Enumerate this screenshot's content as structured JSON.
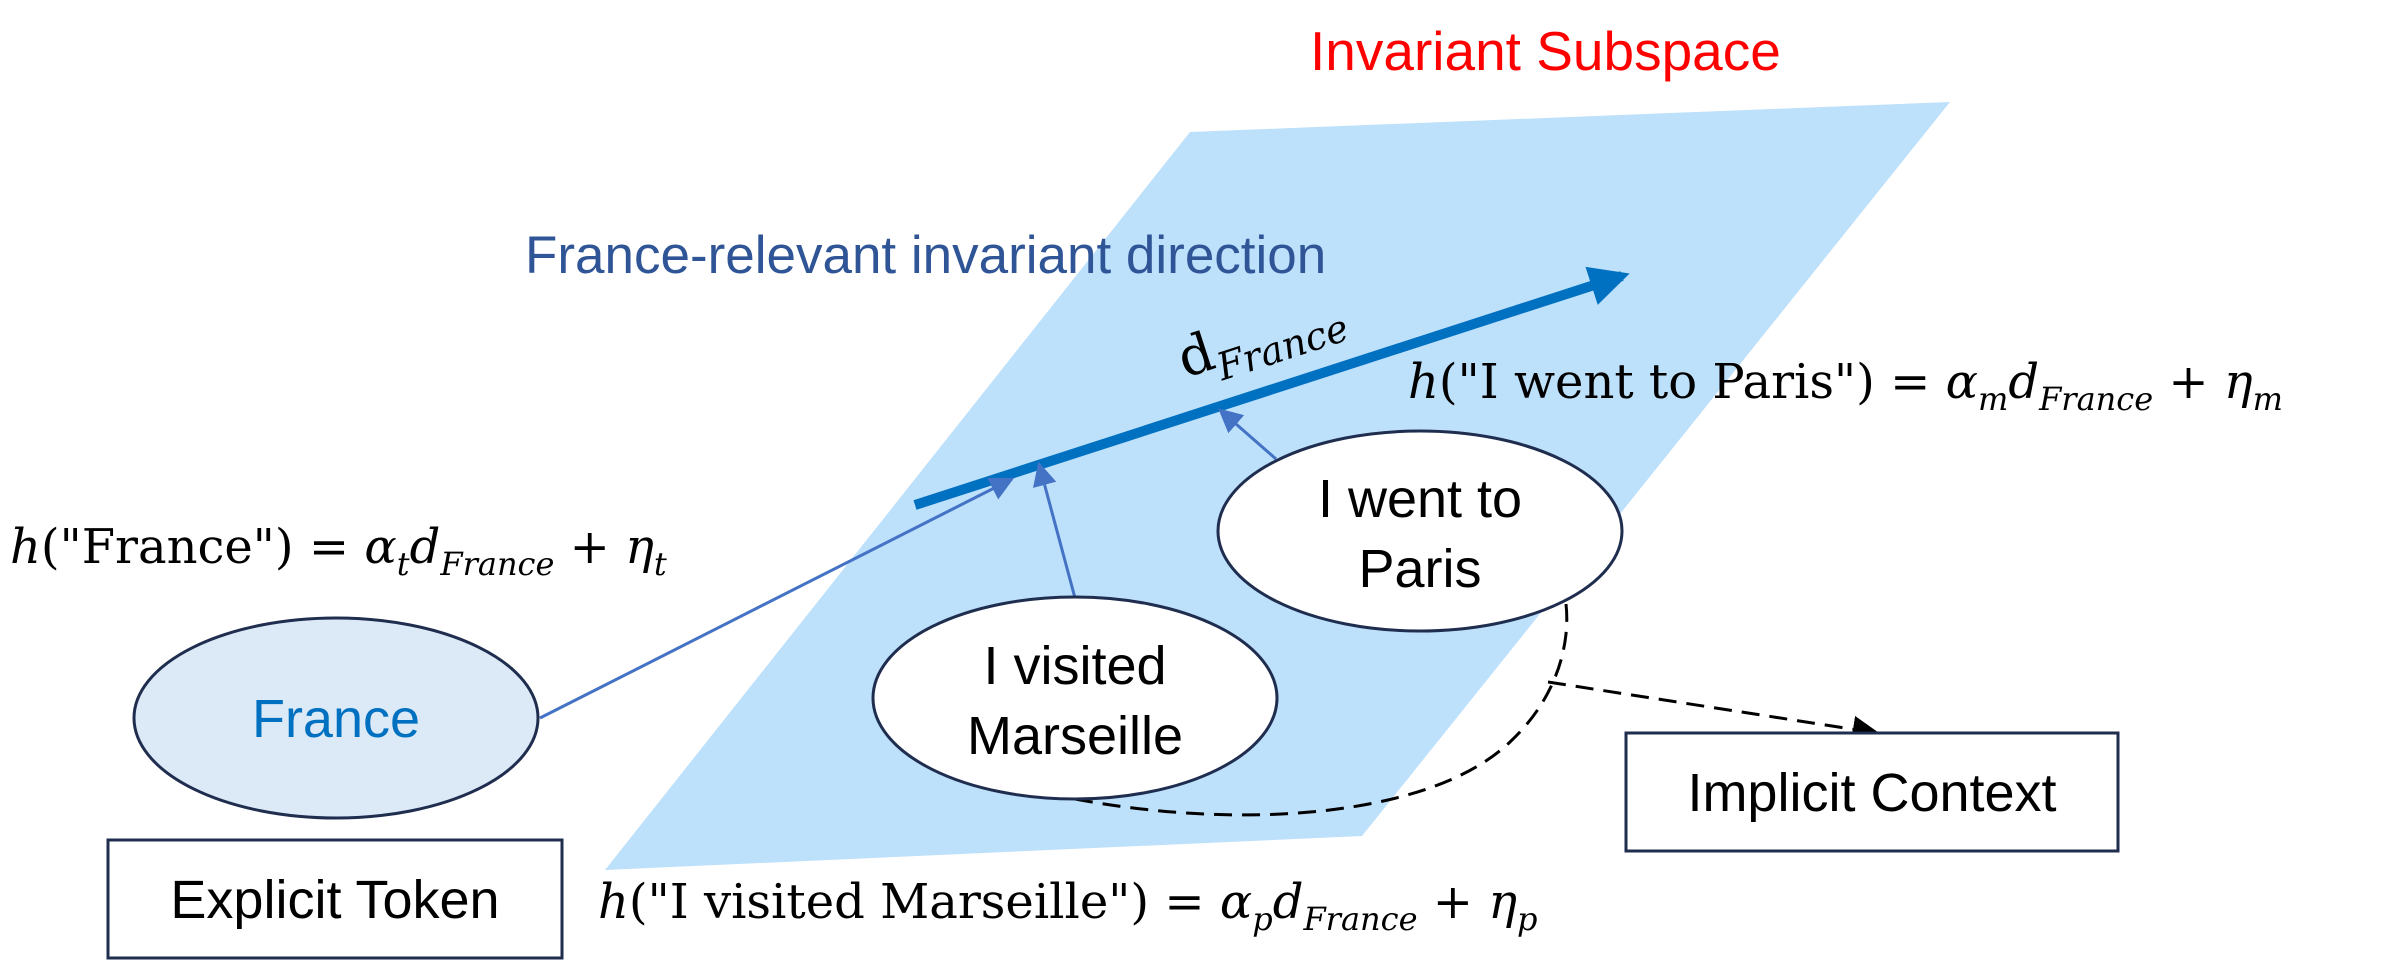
{
  "title": "Invariant Subspace",
  "direction_label": "France-relevant invariant direction",
  "direction_vector": {
    "base": "d",
    "subscript": "France"
  },
  "nodes": {
    "france": "France",
    "marseille_line1": "I visited",
    "marseille_line2": "Marseille",
    "paris_line1": "I went to",
    "paris_line2": "Paris"
  },
  "boxes": {
    "explicit": "Explicit Token",
    "implicit": "Implicit Context"
  },
  "equations": {
    "france": {
      "h": "h",
      "arg": "(\"France\") = ",
      "alpha": "α",
      "alpha_sub": "t",
      "d": "d",
      "d_sub": "France",
      "plus": " + ",
      "eta": "η",
      "eta_sub": "t"
    },
    "paris": {
      "h": "h",
      "arg": "(\"I went to Paris\") = ",
      "alpha": "α",
      "alpha_sub": "m",
      "d": "d",
      "d_sub": "France",
      "plus": " + ",
      "eta": "η",
      "eta_sub": "m"
    },
    "marseille": {
      "h": "h",
      "arg": "(\"I visited Marseille\") = ",
      "alpha": "α",
      "alpha_sub": "p",
      "d": "d",
      "d_sub": "France",
      "plus": " + ",
      "eta": "η",
      "eta_sub": "p"
    }
  },
  "colors": {
    "title": "#ff0000",
    "direction_label": "#2f5597",
    "plane": "#bde0fb",
    "direction_arrow": "#0070c0",
    "connector": "#4472c4",
    "france_fill": "#dce9f6",
    "france_text": "#0070c0",
    "node_stroke": "#1f2d4f",
    "text": "#000000"
  }
}
